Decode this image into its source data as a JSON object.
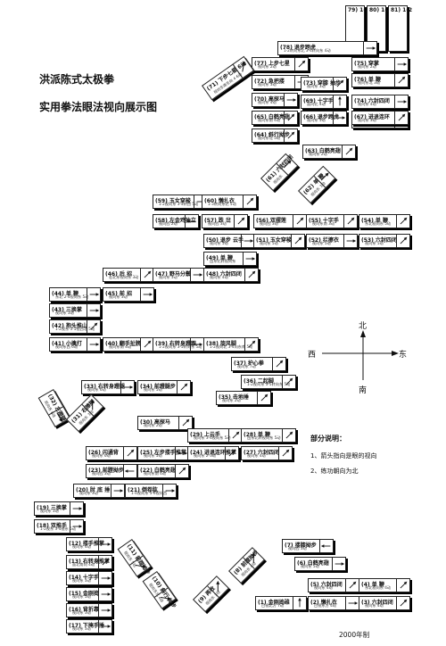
{
  "title": {
    "line1": "洪派陈式太极拳",
    "line2": "实用拳法眼法视向展示图"
  },
  "compass": {
    "n": "北",
    "s": "南",
    "e": "东",
    "w": "西"
  },
  "legend": {
    "heading": "部分说明：",
    "item1": "1、箭头指向是眼的视向",
    "item2": "2、练功朝向为北"
  },
  "date": "2000年制",
  "boxes": [
    {
      "id": "b79",
      "n": "79) 1-2",
      "d": "",
      "dir": "ne"
    },
    {
      "id": "b80",
      "n": "80) 1-2",
      "d": "",
      "dir": "n"
    },
    {
      "id": "b81",
      "n": "81) 1-2",
      "d": "",
      "dir": "n"
    },
    {
      "id": "b78",
      "n": "(78) 退步跨虎",
      "d": "1-2转向东北 3-4转向东 4动",
      "dir": "e"
    },
    {
      "id": "b77",
      "n": "(77) 上步七星",
      "d": "视向东 2动",
      "dir": "ne"
    },
    {
      "id": "b75",
      "n": "(75) 穿掌",
      "d": "视向东 2动",
      "dir": "e"
    },
    {
      "id": "b76",
      "n": "(76) 单 鞭",
      "d": "视向东北 3动",
      "dir": "ne"
    },
    {
      "id": "b72",
      "n": "(72) 急把搂",
      "d": "视向东 3动",
      "dir": "e"
    },
    {
      "id": "b73",
      "n": "(73) 穿膝 抽步",
      "d": "视向东 3动",
      "dir": "ne"
    },
    {
      "id": "b74",
      "n": "(74) 六封四闭",
      "d": "视向东 4动",
      "dir": "e"
    },
    {
      "id": "b71",
      "n": "(71) 下步七星 6动",
      "d": "视向东南东向 4 6动",
      "dir": "ne"
    },
    {
      "id": "b70",
      "n": "(70) 高探马",
      "d": "视向东 4动",
      "dir": "e"
    },
    {
      "id": "b69",
      "n": "(69) 十字手",
      "d": "面向北 4动",
      "dir": "n"
    },
    {
      "id": "b68",
      "n": "(68) 单 鞭",
      "d": "1-2视向东 4动",
      "dir": "ne"
    },
    {
      "id": "b65",
      "n": "(65) 白鹤亮翅",
      "d": "视向东南 4动",
      "dir": "ne"
    },
    {
      "id": "b66",
      "n": "(66) 退步跨虎",
      "d": "视向东 5动",
      "dir": "e"
    },
    {
      "id": "b67",
      "n": "(67) 进退连环",
      "d": "视向东 3动",
      "dir": "ne"
    },
    {
      "id": "b64",
      "n": "(64) 斜行拗步",
      "d": "视向东北 5动",
      "dir": "ne"
    },
    {
      "id": "b63",
      "n": "(63) 白鹤亮翅",
      "d": "视向东 2动",
      "dir": "ne"
    },
    {
      "id": "b59",
      "n": "(59) 玉女穿梭",
      "d": "1-2视向东 3-4转西 5动",
      "dir": "e"
    },
    {
      "id": "b60",
      "n": "(60) 懒扎衣",
      "d": "1-3转向东北 5动",
      "dir": "ne"
    },
    {
      "id": "b61",
      "n": "(61) 六封四闭",
      "d": "视向东",
      "dir": "e"
    },
    {
      "id": "b62",
      "n": "(62) 单 鞭",
      "d": "视向东 3动",
      "dir": "e"
    },
    {
      "id": "b58",
      "n": "(58) 左金鸡独立",
      "d": "视向西 2动",
      "dir": "w"
    },
    {
      "id": "b57",
      "n": "(57) 跌 岔",
      "d": "视向西 3动",
      "dir": "ne"
    },
    {
      "id": "b56",
      "n": "(56) 双摆莲",
      "d": "视向西 3动",
      "dir": "ne"
    },
    {
      "id": "b55",
      "n": "(55) 十字手",
      "d": "视向东南 3动",
      "dir": "ne"
    },
    {
      "id": "b54",
      "n": "(54) 单 鞭",
      "d": "东北视向东 5动",
      "dir": "ne"
    },
    {
      "id": "b50",
      "n": "(50) 退步 云手",
      "d": "视向东 5动",
      "dir": "e"
    },
    {
      "id": "b51",
      "n": "(51) 玉女穿梭",
      "d": "视向东 5动",
      "dir": "ne"
    },
    {
      "id": "b52",
      "n": "(52) 拦擦衣",
      "d": "视向东 5动",
      "dir": "e"
    },
    {
      "id": "b53",
      "n": "(53) 六封四闭",
      "d": "视向东 5动",
      "dir": "ne"
    },
    {
      "id": "b49",
      "n": "(49) 单 鞭",
      "d": "由东北转视向东",
      "dir": "e"
    },
    {
      "id": "b46",
      "n": "(46) 后 招",
      "d": "右北东视向东 3动",
      "dir": "ne"
    },
    {
      "id": "b47",
      "n": "(47) 野马分鬃",
      "d": "视向东 5动",
      "dir": "e"
    },
    {
      "id": "b48",
      "n": "(48) 六封四闭",
      "d": "视向东 4动",
      "dir": "ne"
    },
    {
      "id": "b44",
      "n": "(44) 单 鞭",
      "d": "东北 2-4视向东 5动",
      "dir": "e"
    },
    {
      "id": "b45",
      "n": "(45) 前 招",
      "d": "视向东 3动",
      "dir": "e"
    },
    {
      "id": "b43",
      "n": "(43) 三换掌",
      "d": "视向东 3动",
      "dir": "e"
    },
    {
      "id": "b42",
      "n": "(42) 抱头推山",
      "d": "1-2视东 3-5视西北 5动",
      "dir": "ne"
    },
    {
      "id": "b41",
      "n": "(41) 小擒打",
      "d": "视向东西 6动",
      "dir": "e"
    },
    {
      "id": "b40",
      "n": "(40) 翻手扯膀",
      "d": "视向东南 4动",
      "dir": "ne"
    },
    {
      "id": "b39",
      "n": "(39) 右转身蹬跟",
      "d": "1-2视向东 3-5转向东 5动",
      "dir": "e"
    },
    {
      "id": "b38",
      "n": "(38) 旋风脚",
      "d": "1-2视向北 3-4向东南 5动",
      "dir": "ne"
    },
    {
      "id": "b37",
      "n": "(37) 护心拳",
      "d": "视向东 7动",
      "dir": "ne"
    },
    {
      "id": "b36",
      "n": "(36) 二起脚",
      "d": "1-2视向东 3-5转向东 5动",
      "dir": "ne"
    },
    {
      "id": "b35",
      "n": "(35) 击地捶",
      "d": "视向东 2动",
      "dir": "ne"
    },
    {
      "id": "b33",
      "n": "(33) 右转身蹬腿",
      "d": "视向东 6动",
      "dir": "e"
    },
    {
      "id": "b34",
      "n": "(34) 前蹬腿步",
      "d": "视向东 5动",
      "dir": "ne"
    },
    {
      "id": "b32",
      "n": "(32) 左蹬腿",
      "d": "视向东 6动",
      "dir": "e"
    },
    {
      "id": "b31",
      "n": "(31) 右擦脚",
      "d": "视向东 3动",
      "dir": "ne"
    },
    {
      "id": "b30",
      "n": "(30) 高探马",
      "d": "视向东 2动",
      "dir": "ne"
    },
    {
      "id": "b29",
      "n": "(29) 上云手",
      "d": "视向东 3-4视向东 5动",
      "dir": "ne"
    },
    {
      "id": "b28",
      "n": "(28) 单 鞭",
      "d": "由东北转视向东 5动",
      "dir": "ne"
    },
    {
      "id": "b26",
      "n": "(26) 闪通背",
      "d": "视向东 6动",
      "dir": "ne"
    },
    {
      "id": "b25",
      "n": "(25) 左步搂手推掌",
      "d": "视向东 5动",
      "dir": "e"
    },
    {
      "id": "b24",
      "n": "(24) 进退连环推掌",
      "d": "视向东 2-3动",
      "dir": "ne"
    },
    {
      "id": "b27",
      "n": "(27) 六封四闭",
      "d": "视向东 4动",
      "dir": "ne"
    },
    {
      "id": "b23",
      "n": "(23) 前蹚拗步",
      "d": "视向西 3动",
      "dir": "w"
    },
    {
      "id": "b22",
      "n": "(22) 白鹤亮翅",
      "d": "视向东南 4动",
      "dir": "ne"
    },
    {
      "id": "b20",
      "n": "(20) 肘 底 捶",
      "d": "视向东 3动",
      "dir": "e"
    },
    {
      "id": "b21",
      "n": "(21) 倒卷肱",
      "d": "1-4视向东 5-6视向西",
      "dir": "e"
    },
    {
      "id": "b19",
      "n": "(19) 三换掌",
      "d": "视向东 3动",
      "dir": "e"
    },
    {
      "id": "b18",
      "n": "(18) 双推手",
      "d": "1-2视东 3-4视东 5动",
      "dir": "e"
    },
    {
      "id": "b12",
      "n": "(12) 搂手推掌",
      "d": "视向东 4动",
      "dir": "e"
    },
    {
      "id": "b13",
      "n": "(13) 右转身推掌",
      "d": "面北南向 4动",
      "dir": "ne"
    },
    {
      "id": "b14",
      "n": "(14) 十字手",
      "d": "视向东 3动",
      "dir": "e"
    },
    {
      "id": "b15",
      "n": "(15) 金刚捣",
      "d": "视向东 5动",
      "dir": "e"
    },
    {
      "id": "b16",
      "n": "(16) 背折靠",
      "d": "视向东 3动",
      "dir": "e"
    },
    {
      "id": "b17",
      "n": "(17) 下掩手捶",
      "d": "视向东 3动",
      "dir": "e"
    },
    {
      "id": "b11",
      "n": "(11) 前蹚拗步",
      "d": "视向东 5动",
      "dir": "ne"
    },
    {
      "id": "b10",
      "n": "(10) 斜行 拗步",
      "d": "视向东北 4动",
      "dir": "ne"
    },
    {
      "id": "b9",
      "n": "(9) 再收",
      "d": "视向东 3动",
      "dir": "ne"
    },
    {
      "id": "b8",
      "n": "(8) 前蹚拗步",
      "d": "视向东 4动",
      "dir": "ne"
    },
    {
      "id": "b7",
      "n": "(7) 搂膝拗步",
      "d": "视向西 3动",
      "dir": "w"
    },
    {
      "id": "b6",
      "n": "(6) 白鹤亮翅",
      "d": "视向东 5动",
      "dir": "e"
    },
    {
      "id": "b5",
      "n": "(5) 六封四闭",
      "d": "视向东 4动",
      "dir": "ne"
    },
    {
      "id": "b4",
      "n": "(4) 单 鞭",
      "d": "东北视向东 4动",
      "dir": "ne"
    },
    {
      "id": "b1",
      "n": "(1) 金刚捣碓",
      "d": "目视北方 7动",
      "dir": "n"
    },
    {
      "id": "b2",
      "n": "(2) 懒扎衣",
      "d": "目视东方 4动",
      "dir": "e"
    },
    {
      "id": "b3",
      "n": "(3) 六封四闭",
      "d": "视向东 4动",
      "dir": "ne"
    }
  ]
}
